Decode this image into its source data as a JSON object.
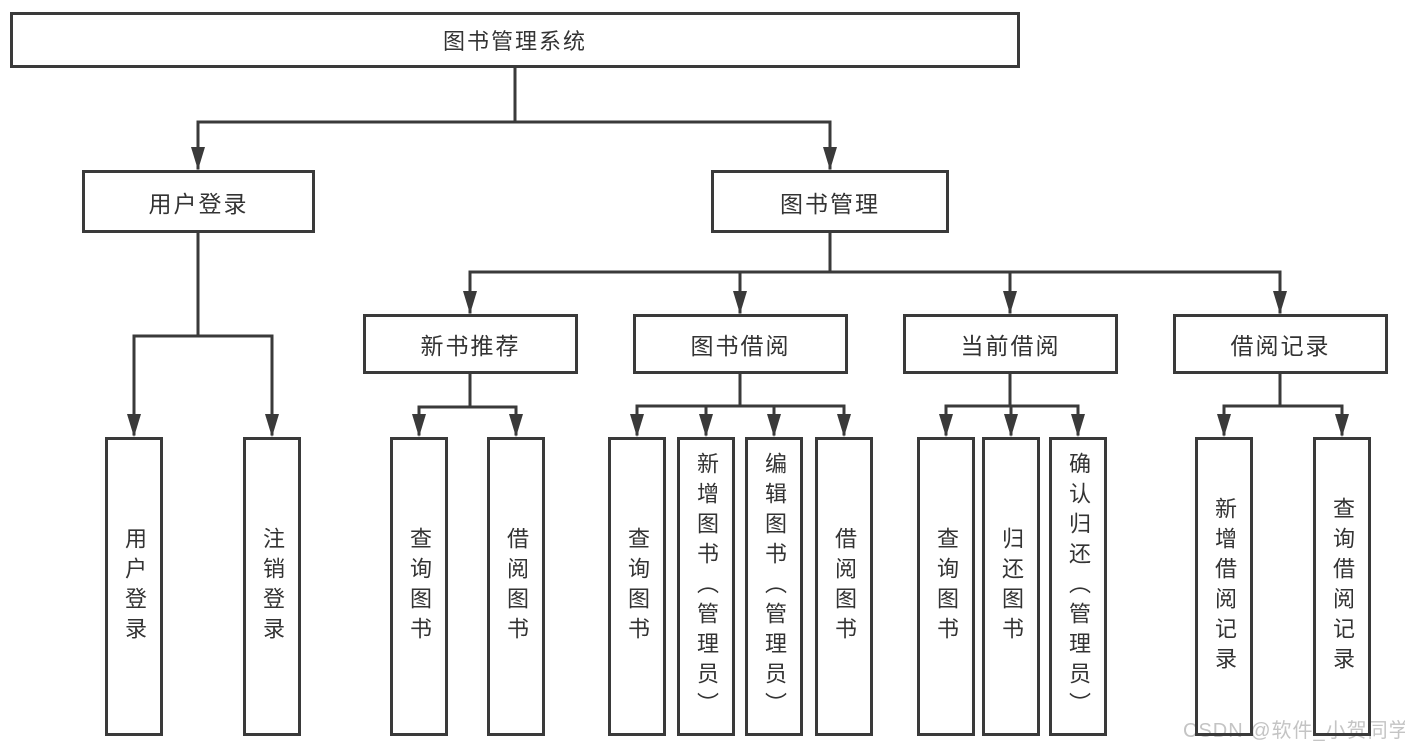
{
  "diagram": {
    "root": {
      "label": "图书管理系统"
    },
    "branches": [
      {
        "label": "用户登录",
        "children": [
          "用户登录",
          "注销登录"
        ]
      },
      {
        "label": "图书管理",
        "children": [
          {
            "label": "新书推荐",
            "children": [
              "查询图书",
              "借阅图书"
            ]
          },
          {
            "label": "图书借阅",
            "children": [
              "查询图书",
              "新增图书（管理员）",
              "编辑图书（管理员）",
              "借阅图书"
            ]
          },
          {
            "label": "当前借阅",
            "children": [
              "查询图书",
              "归还图书",
              "确认归还（管理员）"
            ]
          },
          {
            "label": "借阅记录",
            "children": [
              "新增借阅记录",
              "查询借阅记录"
            ]
          }
        ]
      }
    ],
    "watermark": "CSDN @软件_小贺同学",
    "colors": {
      "line": "#3a3a3a",
      "text": "#333333",
      "watermark": "#c4c4c4",
      "background": "#ffffff"
    }
  }
}
